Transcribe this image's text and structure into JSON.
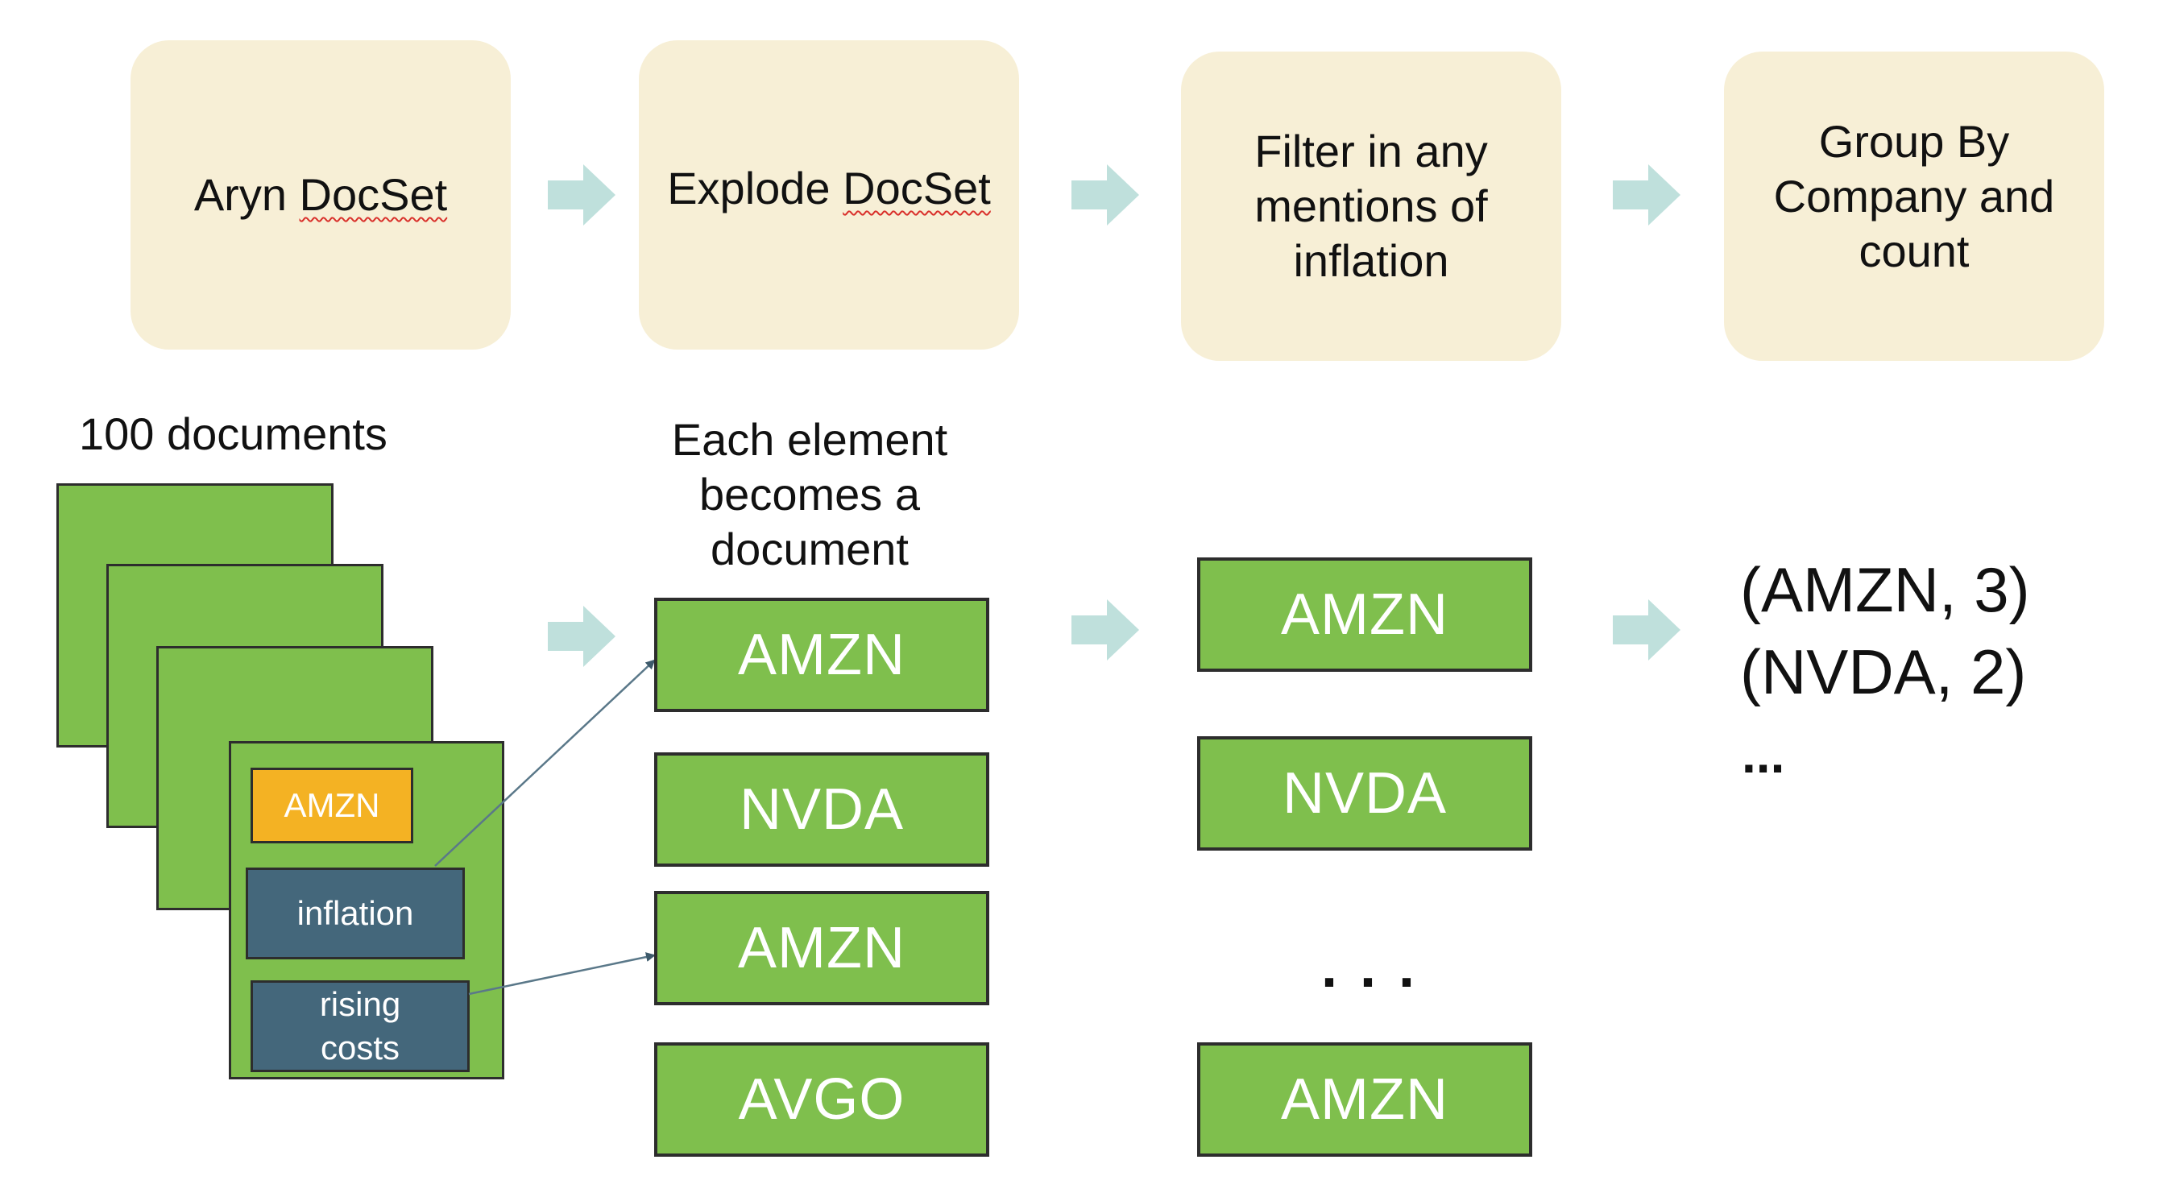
{
  "stages": [
    {
      "lines": [
        "Aryn DocSet"
      ]
    },
    {
      "lines": [
        "Explode DocSet"
      ]
    },
    {
      "lines": [
        "Filter in any",
        "mentions of",
        "inflation"
      ]
    },
    {
      "lines": [
        "Group By",
        "Company and",
        "count"
      ]
    }
  ],
  "captions": {
    "documents": "100 documents",
    "explode": [
      "Each element",
      "becomes a",
      "document"
    ]
  },
  "document_fields": {
    "company": "AMZN",
    "inflation": "inflation",
    "rising": [
      "rising",
      "costs"
    ]
  },
  "exploded": [
    "AMZN",
    "NVDA",
    "AMZN",
    "AVGO"
  ],
  "filtered": [
    "AMZN",
    "NVDA",
    "AMZN"
  ],
  "filtered_ellipsis": ". . .",
  "results": [
    "(AMZN, 3)",
    "(NVDA, 2)"
  ],
  "results_ellipsis": "...",
  "colors": {
    "stage_bg": "#f7efd6",
    "doc_green": "#7fbf4d",
    "tag_orange": "#f4b223",
    "tag_slate": "#44677b",
    "arrow": "#bfe0dc",
    "squiggle": "#d9302b"
  }
}
